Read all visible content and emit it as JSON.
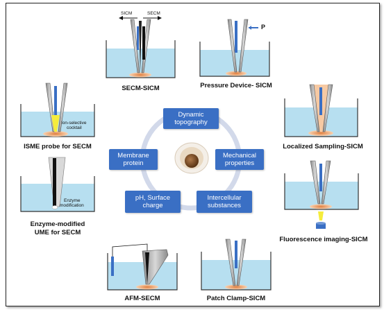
{
  "center": {
    "topics": [
      "Dynamic topography",
      "Mechanical properties",
      "Intercellular substances",
      "pH, Surface charge",
      "Membrane protein"
    ]
  },
  "modes": {
    "secm_sicm": {
      "caption": "SECM-SICM",
      "label_sicm": "SICM",
      "label_secm": "SECM"
    },
    "pressure": {
      "caption": "Pressure Device- SICM",
      "label_p": "P"
    },
    "localized": {
      "caption": "Localized Sampling-SICM"
    },
    "fluorescence": {
      "caption": "Fluorescence imaging-SICM"
    },
    "patch": {
      "caption": "Patch Clamp-SICM"
    },
    "afm": {
      "caption": "AFM-SECM"
    },
    "enzyme": {
      "caption_line1": "Enzyme-modified",
      "caption_line2": "UME for SECM",
      "label_line1": "Enzyme",
      "label_line2": "modification"
    },
    "isme": {
      "caption": "ISME probe for SECM",
      "label_line1": "Ion-selective",
      "label_line2": "cocktail"
    }
  },
  "colors": {
    "water": "#b7dff0",
    "probe_blue": "#3a6fc4",
    "cell": "#f3b98c",
    "ring": "#cfd7ea",
    "topic_box": "#3a6fc4"
  }
}
